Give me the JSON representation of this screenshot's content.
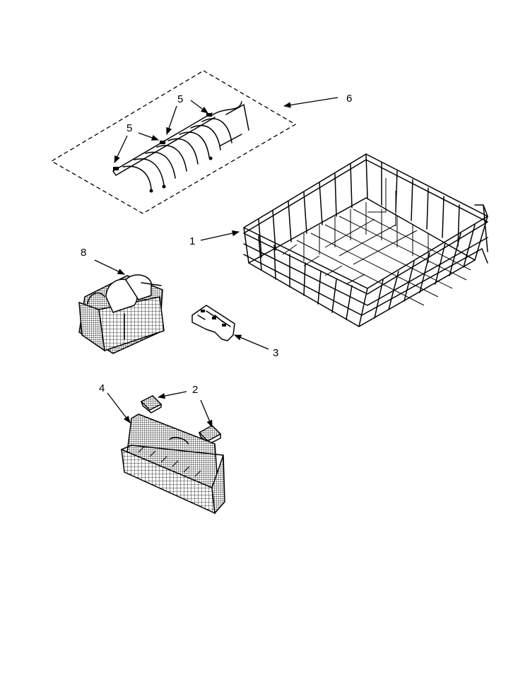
{
  "figure": "dishwasher-lower-rack-exploded-view",
  "callouts": {
    "c1": "1",
    "c2": "2",
    "c3": "3",
    "c4": "4",
    "c5a": "5",
    "c5b": "5",
    "c6": "6",
    "c8": "8"
  }
}
